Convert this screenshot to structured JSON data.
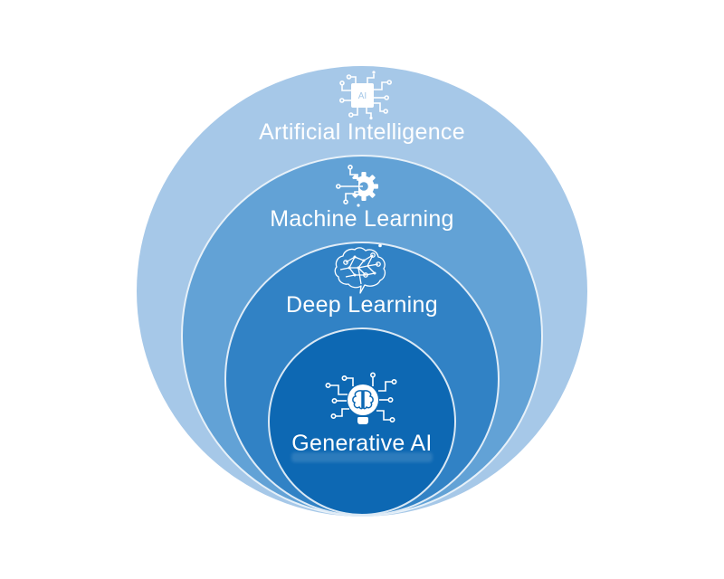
{
  "page": {
    "background": "#FFFFFF"
  },
  "diagram": {
    "type": "nested-circles",
    "text_color": "#FFFFFF",
    "chip_label": "AI",
    "layers": [
      {
        "label": "Artificial Intelligence",
        "icon": "ai-chip-icon",
        "color": "#A6C8E8"
      },
      {
        "label": "Machine Learning",
        "icon": "gear-circuit-icon",
        "color": "#62A2D6"
      },
      {
        "label": "Deep Learning",
        "icon": "brain-network-icon",
        "color": "#3182C5"
      },
      {
        "label": "Generative AI",
        "icon": "brain-bulb-circuit-icon",
        "color": "#0D68B3"
      }
    ]
  }
}
